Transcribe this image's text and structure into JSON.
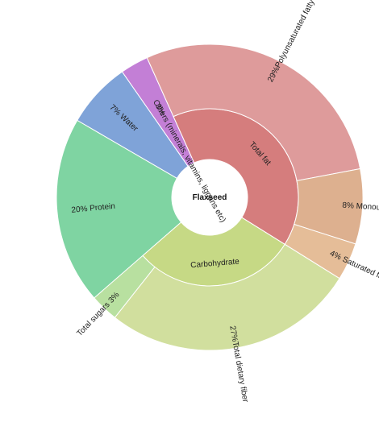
{
  "chart_data": {
    "type": "sunburst",
    "title": "",
    "center_label": "Flaxseed",
    "slices": [
      {
        "name": "Carbohydrate",
        "color": "#c6d985",
        "children": [
          {
            "name": "Total dietary fiber",
            "value": 27,
            "label": "27%",
            "color": "#d1df9e"
          },
          {
            "name": "Total sugars",
            "value": 3,
            "label": "3%",
            "color": "#b8e0a0"
          }
        ]
      },
      {
        "name": "Protein",
        "value": 20,
        "label": "20%",
        "color": "#7fd4a2",
        "outer_label": "20%  Protein"
      },
      {
        "name": "Water",
        "value": 7,
        "label": "7%",
        "color": "#7fa3d8",
        "outer_label": "7%  Water"
      },
      {
        "name": "Others (minerals, vitamins, lignans etc)",
        "value": 3,
        "label": "3%",
        "color": "#c37fd6"
      },
      {
        "name": "Total fat",
        "color": "#d57d7d",
        "children": [
          {
            "name": "Polyunsaturated fatty acids",
            "value": 29,
            "label": "29%",
            "color": "#de9b9b"
          },
          {
            "name": "Monounsaturated fatty acids",
            "value": 8,
            "label": "8%",
            "color": "#ddb08f"
          },
          {
            "name": "Saturated fatty acids",
            "value": 4,
            "label": "4%",
            "color": "#e5bd98"
          }
        ]
      }
    ]
  }
}
